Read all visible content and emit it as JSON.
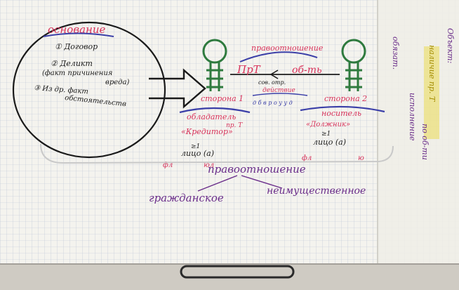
{
  "notes": {
    "heading_basis": "основание",
    "item_1": "① Договор",
    "item_2_line1": "② Деликт",
    "item_2_line2": "(факт причинения",
    "item_2_line3": "вреда)",
    "item_3_line1": "③ Из др. факт",
    "item_3_line2": "обстоятельств",
    "relation_top": "правоотношение",
    "relation_arrow": "ПрТ",
    "obligation": "об-ть",
    "content_label": "сов. отр.",
    "action_label": "действие",
    "action_letters": "д  б  в  р  о  у  у  д",
    "party_1": "сторона 1",
    "holder_1_line1": "обладатель",
    "holder_1_line2": "пр. Т",
    "creditor": "«Кредитор»",
    "party_2": "сторона 2",
    "holder_2_line1": "носитель",
    "holder_2_line2": "«Должник»",
    "count_left": "≥1",
    "count_right": "≥1",
    "person_left": "лицо (а)",
    "person_right": "лицо (а)",
    "mark_fl_left": "фл",
    "mark_ul_left": "юл",
    "mark_fl_right": "фл",
    "mark_ul_right": "ю",
    "legal_relation": "правоотношение",
    "civil": "гражданское",
    "non_property": "неимущественное",
    "side_line1": "Объект:",
    "side_line2": "обязат.",
    "side_line3": "наличие пр. Т",
    "side_line4": "исполнение",
    "side_line5": "по об-ти"
  },
  "colors": {
    "paper": "#f4f3ee",
    "grid": "#b9c3d3",
    "ink_black": "#1a1a1a",
    "ink_red": "#d8325a",
    "ink_blue": "#3b3fa8",
    "ink_green": "#2e7a3e",
    "ink_purple": "#6a2d8a",
    "marker_yellow": "#e8d836"
  }
}
